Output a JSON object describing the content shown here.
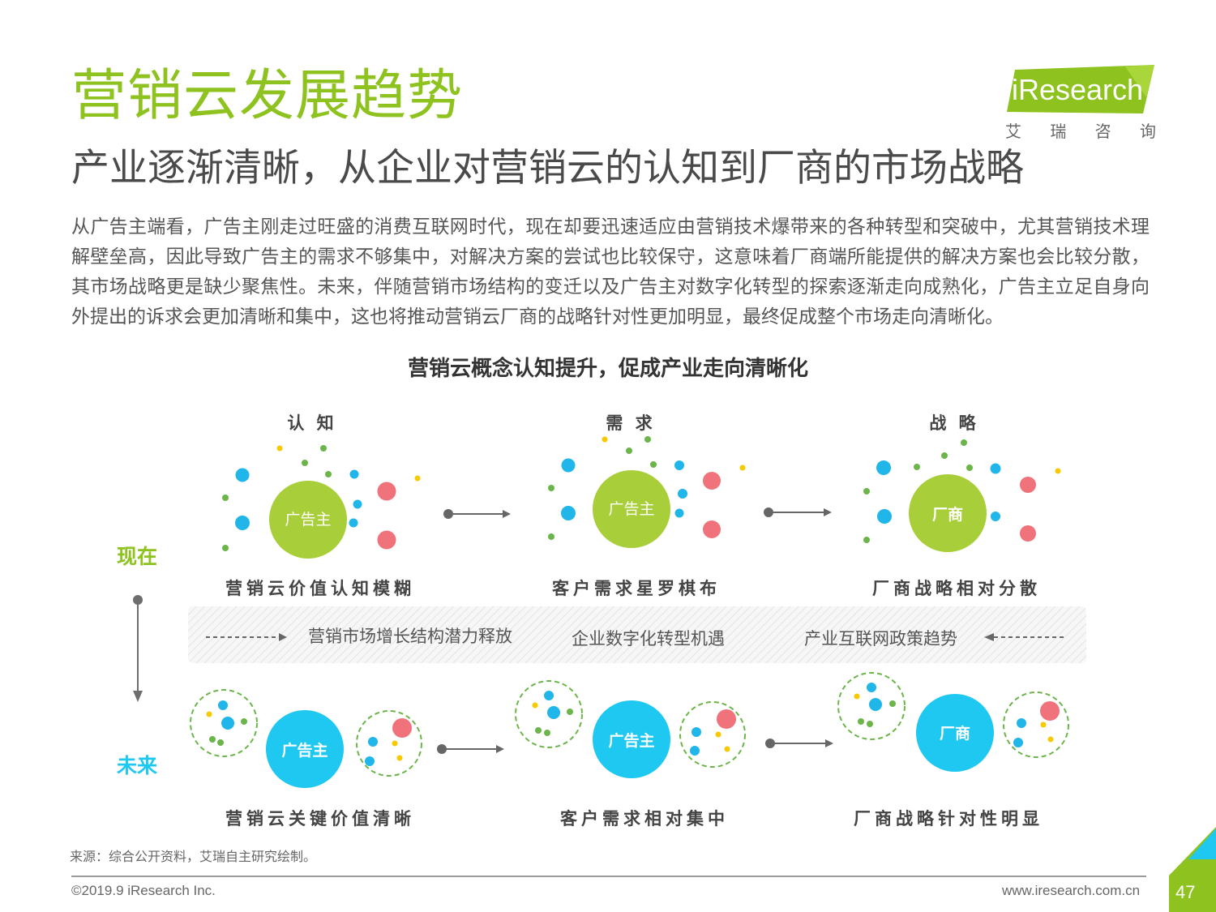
{
  "header": {
    "title": "营销云发展趋势",
    "subtitle": "产业逐渐清晰，从企业对营销云的认知到厂商的市场战略"
  },
  "logo": {
    "word": "iResearch",
    "sub": [
      "艾",
      "瑞",
      "咨",
      "询"
    ]
  },
  "body": "从广告主端看，广告主刚走过旺盛的消费互联网时代，现在却要迅速适应由营销技术爆带来的各种转型和突破中，尤其营销技术理解壁垒高，因此导致广告主的需求不够集中，对解决方案的尝试也比较保守，这意味着厂商端所能提供的解决方案也会比较分散，其市场战略更是缺少聚焦性。未来，伴随营销市场结构的变迁以及广告主对数字化转型的探索逐渐走向成熟化，广告主立足自身向外提出的诉求会更加清晰和集中，这也将推动营销云厂商的战略针对性更加明显，最终促成整个市场走向清晰化。",
  "diagram": {
    "title": "营销云概念认知提升，促成产业走向清晰化",
    "stages": [
      "认 知",
      "需 求",
      "战 略"
    ],
    "now_label": "现在",
    "future_label": "未来",
    "now_captions": [
      "营销云价值认知模糊",
      "客户需求星罗棋布",
      "厂商战略相对分散"
    ],
    "future_captions": [
      "营销云关键价值清晰",
      "客户需求相对集中",
      "厂商战略针对性明显"
    ],
    "now_circles": [
      "广告主",
      "广告主",
      "厂商"
    ],
    "future_circles": [
      "广告主",
      "广告主",
      "厂商"
    ],
    "drivers": [
      "营销市场增长结构潜力释放",
      "企业数字化转型机遇",
      "产业互联网政策趋势"
    ]
  },
  "colors": {
    "green": "#8dc21f",
    "light_green": "#a8cf3a",
    "blue": "#1ec8f0",
    "dot_blue": "#21b6ea",
    "pink": "#f0727b",
    "yellow": "#f7c900",
    "dash_green": "#6bb54a"
  },
  "footer": {
    "source": "来源：综合公开资料，艾瑞自主研究绘制。",
    "copyright": "©2019.9 iResearch Inc.",
    "website": "www.iresearch.com.cn",
    "page": "47"
  }
}
